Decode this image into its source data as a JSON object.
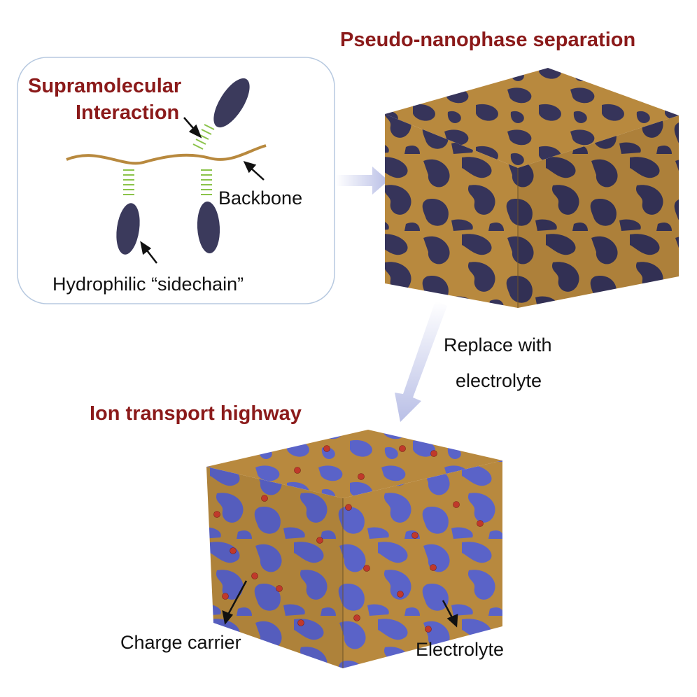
{
  "inset": {
    "title_line1": "Supramolecular",
    "title_line2": "Interaction",
    "backbone_label": "Backbone",
    "sidechain_label": "Hydrophilic “sidechain”"
  },
  "top_block": {
    "title": "Pseudo-nanophase separation"
  },
  "step": {
    "line1": "Replace with",
    "line2": "electrolyte"
  },
  "bottom_block": {
    "title": "Ion transport highway",
    "charge_label": "Charge carrier",
    "electrolyte_label": "Electrolyte"
  },
  "colors": {
    "title_red": "#8b1a1a",
    "backbone_tan": "#b8893e",
    "sidechain_navy": "#3b3a5c",
    "bond_green": "#8bc34a",
    "electrolyte_blue": "#5a63c8",
    "charge_red": "#c0392b",
    "arrow_lavender": "#c6cbea"
  }
}
